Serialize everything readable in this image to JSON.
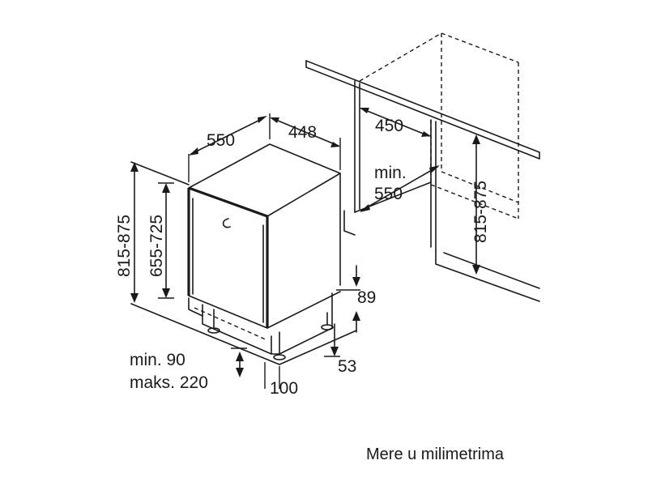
{
  "dimensions": {
    "depth": "550",
    "width": "448",
    "cabinet_width": "450",
    "niche_depth_line1": "min.",
    "niche_depth_line2": "550",
    "height_total": "815-875",
    "height_body": "655-725",
    "niche_height": "815-875",
    "plinth_height": "89",
    "foot_offset": "53",
    "plinth_depth": "100",
    "plinth_range_line1": "min. 90",
    "plinth_range_line2": "maks. 220"
  },
  "caption": "Mere u milimetrima",
  "colors": {
    "line": "#1a1a1a",
    "background": "#ffffff"
  }
}
